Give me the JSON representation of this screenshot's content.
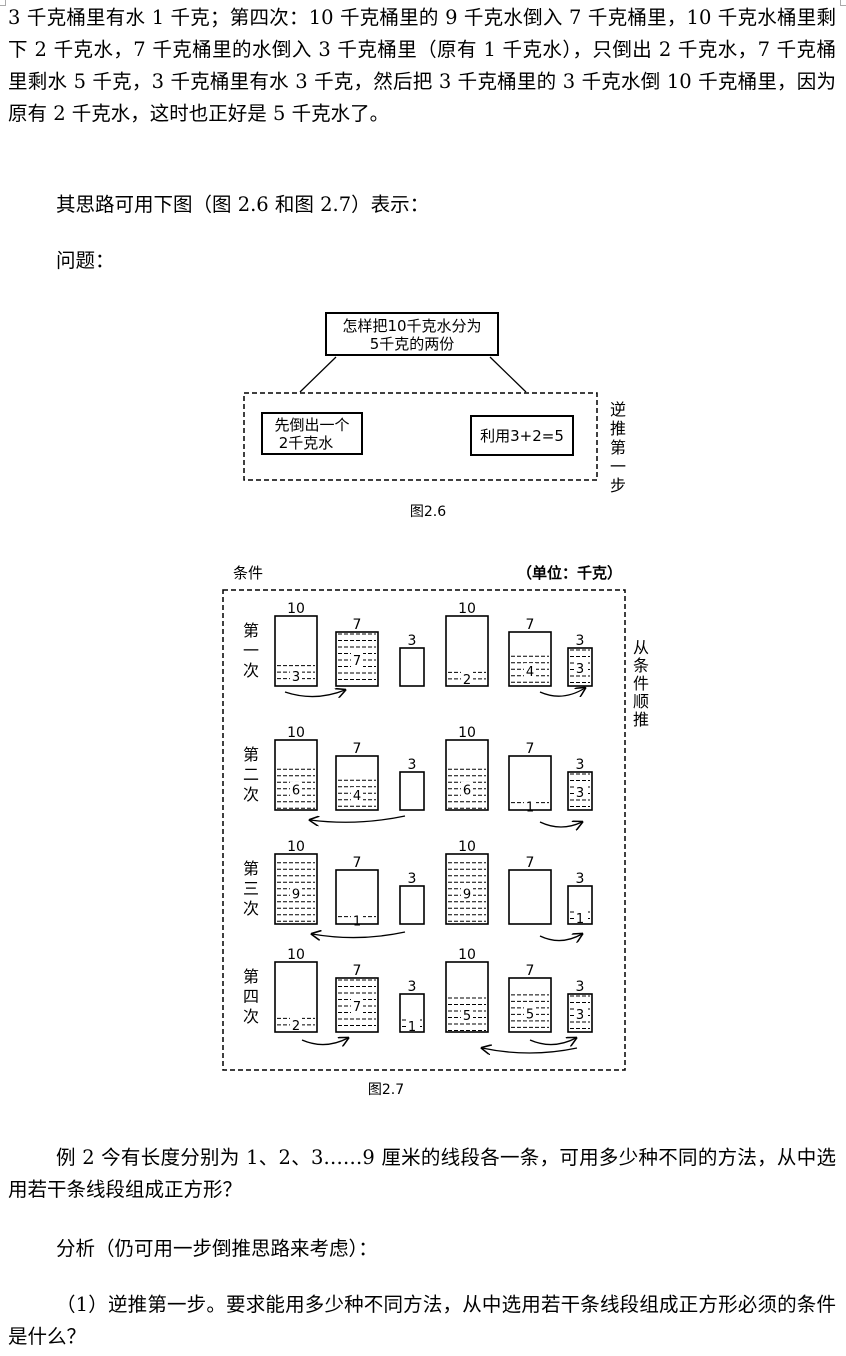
{
  "paragraphs": {
    "p1": "3 千克桶里有水 1 千克；第四次：10 千克桶里的 9 千克水倒入 7 千克桶里，10 千克水桶里剩下 2 千克水，7 千克桶里的水倒入 3 千克桶里（原有 1 千克水），只倒出 2 千克水，7 千克桶里剩水 5 千克，3 千克桶里有水 3 千克，然后把 3 千克桶里的 3 千克水倒 10 千克桶里，因为原有 2 千克水，这时也正好是 5 千克水了。",
    "p2": "其思路可用下图（图 2.6 和图 2.7）表示：",
    "p3": "问题：",
    "p4": "例 2 今有长度分别为 1、2、3……9 厘米的线段各一条，可用多少种不同的方法，从中选用若干条线段组成正方形？",
    "p5": "分析（仍可用一步倒推思路来考虑）：",
    "p6": "（1）逆推第一步。要求能用多少种不同方法，从中选用若干条线段组成正方形必须的条件是什么？"
  },
  "fig26": {
    "top_line1": "怎样把10千克水分为",
    "top_line2": "5千克的两份",
    "left_line1": "先倒出一个",
    "left_line2": "2千克水",
    "right_box": "利用3+2=5",
    "side_label": [
      "逆",
      "推",
      "第",
      "一",
      "步"
    ],
    "caption": "图2.6"
  },
  "fig27": {
    "conditions_label": "条件",
    "unit_label": "（单位：千克）",
    "side_label": [
      "从",
      "条",
      "件",
      "顺",
      "推"
    ],
    "caption": "图2.7",
    "rows": [
      {
        "label": [
          "第",
          "一",
          "次"
        ],
        "capacities": [
          10,
          7,
          3,
          10,
          7,
          3
        ],
        "amounts": [
          3,
          7,
          0,
          2,
          4,
          3
        ]
      },
      {
        "label": [
          "第",
          "二",
          "次"
        ],
        "capacities": [
          10,
          7,
          3,
          10,
          7,
          3
        ],
        "amounts": [
          6,
          4,
          0,
          6,
          1,
          3
        ]
      },
      {
        "label": [
          "第",
          "三",
          "次"
        ],
        "capacities": [
          10,
          7,
          3,
          10,
          7,
          3
        ],
        "amounts": [
          9,
          1,
          0,
          9,
          0,
          1
        ]
      },
      {
        "label": [
          "第",
          "四",
          "次"
        ],
        "capacities": [
          10,
          7,
          3,
          10,
          7,
          3
        ],
        "amounts": [
          2,
          7,
          1,
          5,
          5,
          3
        ]
      }
    ]
  }
}
